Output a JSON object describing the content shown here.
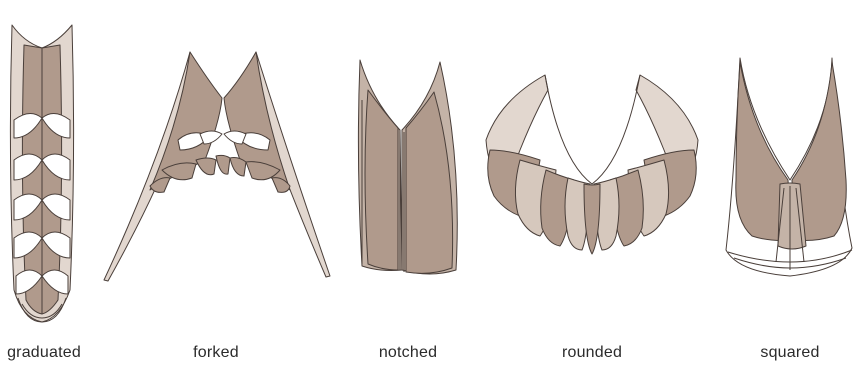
{
  "title": "",
  "colors": {
    "feather_fill": "#b09a8c",
    "feather_light": "#e2d7cf",
    "feather_white": "#ffffff",
    "outline": "#4a3f3a"
  },
  "tails": [
    {
      "id": "graduated",
      "label": "graduated",
      "icon": "graduated-tail-icon"
    },
    {
      "id": "forked",
      "label": "forked",
      "icon": "forked-tail-icon"
    },
    {
      "id": "notched",
      "label": "notched",
      "icon": "notched-tail-icon"
    },
    {
      "id": "rounded",
      "label": "rounded",
      "icon": "rounded-tail-icon"
    },
    {
      "id": "squared",
      "label": "squared",
      "icon": "squared-tail-icon"
    }
  ]
}
